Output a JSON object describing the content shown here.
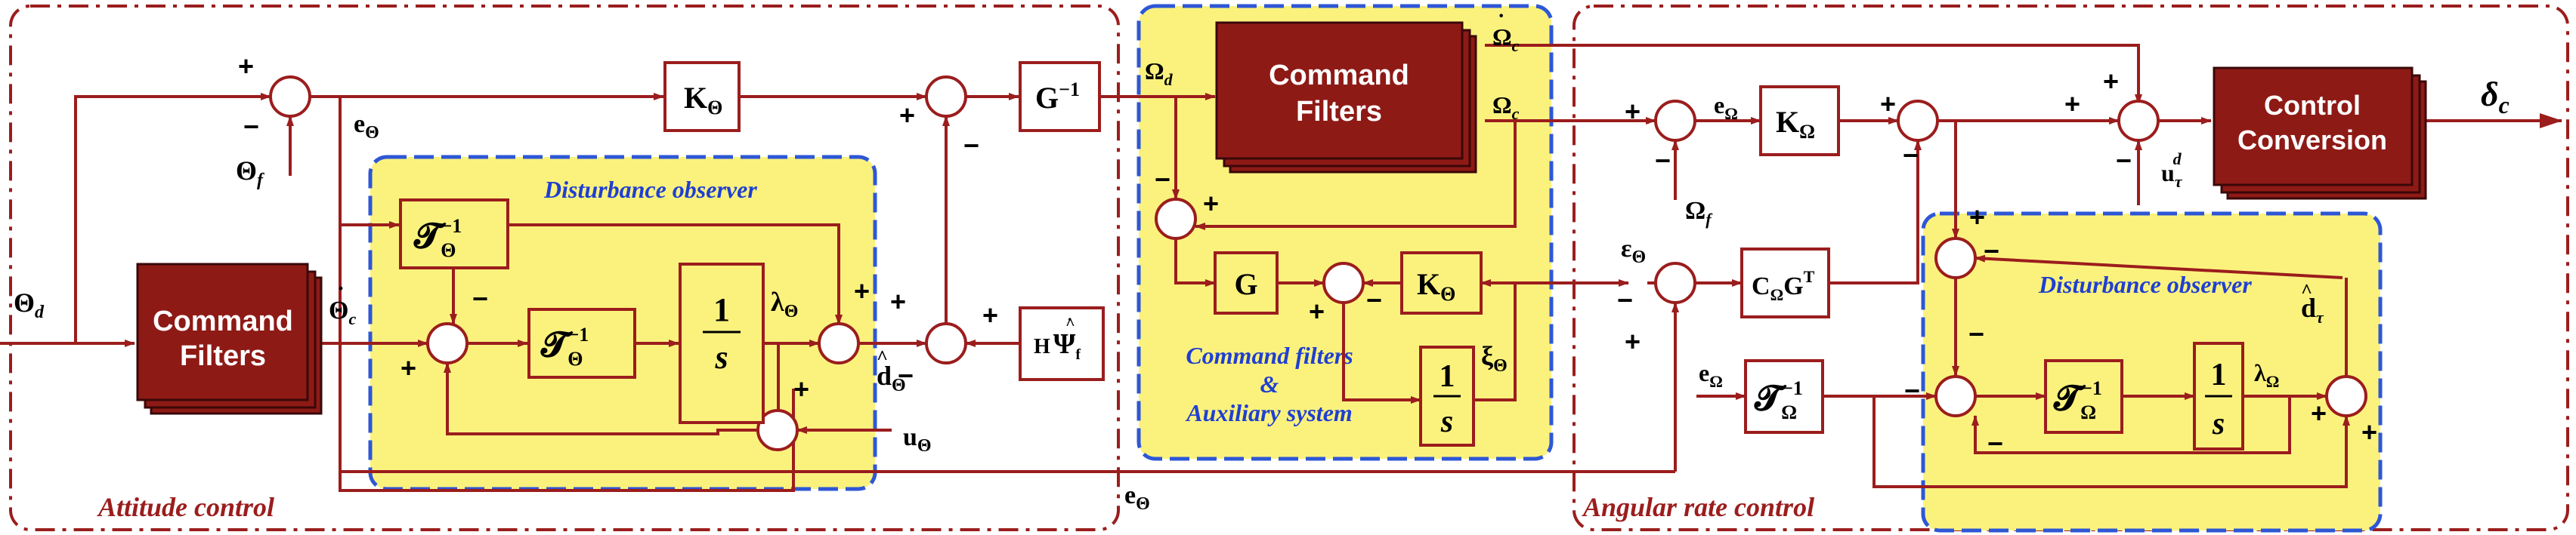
{
  "colors": {
    "line": "#9b1d1d",
    "dark_block": "#8e1a16",
    "panel_fill": "#fbf27e",
    "panel_border": "#2e57d6",
    "title_blue": "#1f3fd1",
    "text": "#000000"
  },
  "sections": {
    "attitude": "Attitude control",
    "command_aux": "Command filters\n&\nAuxiliary system",
    "angular": "Angular rate control"
  },
  "observers": {
    "attitude": "Disturbance observer",
    "angular": "Disturbance observer"
  },
  "blocks": {
    "cmd_filters_attitude": "Command\nFilters",
    "cmd_filters_mid": "Command\nFilters",
    "control_conversion": "Control\nConversion",
    "k_theta_top": "K",
    "k_theta_top_sub": "Θ",
    "g_inv": "G",
    "g_inv_sup": "−1",
    "g_block": "G",
    "k_theta_mid": "K",
    "k_theta_mid_sub": "Θ",
    "int_mid_num": "1",
    "int_mid_den": "s",
    "tau_theta_inv_top": "𝓣",
    "tau_theta_inv_top_sub": "Θ",
    "tau_theta_inv_top_sup": "−1",
    "tau_theta_inv_mid": "𝓣",
    "tau_theta_inv_mid_sub": "Θ",
    "tau_theta_inv_mid_sup": "−1",
    "int_att_num": "1",
    "int_att_den": "s",
    "h_psi": "H",
    "h_psi_sym": "Ψ",
    "h_psi_sub": "f",
    "k_omega": "K",
    "k_omega_sub": "Ω",
    "c_omega_gt": "C",
    "c_omega_gt_sub": "Ω",
    "c_omega_gt_g": "G",
    "c_omega_gt_sup": "T",
    "tau_omega_inv": "𝓣",
    "tau_omega_inv_sub": "Ω",
    "tau_omega_inv_sup": "−1",
    "tau_omega_inv_obs": "𝓣",
    "tau_omega_inv_obs_sub": "Ω",
    "tau_omega_inv_obs_sup": "−1",
    "int_ang_num": "1",
    "int_ang_den": "s"
  },
  "signals": {
    "theta_d": "Θ",
    "theta_d_sub": "d",
    "theta_f": "Θ",
    "theta_f_sub": "f",
    "e_theta_top": "e",
    "e_theta_top_sub": "Θ",
    "theta_dot_c": "Θ",
    "theta_dot_c_sub": "c",
    "lambda_theta": "λ",
    "lambda_theta_sub": "Θ",
    "d_hat_theta": "d",
    "d_hat_theta_sub": "Θ",
    "u_theta": "u",
    "u_theta_sub": "Θ",
    "e_theta_bottom": "e",
    "e_theta_bottom_sub": "Θ",
    "omega_d": "Ω",
    "omega_d_sub": "d",
    "omega_dot_c": "Ω",
    "omega_dot_c_sub": "c",
    "omega_c": "Ω",
    "omega_c_sub": "c",
    "xi_theta": "ξ",
    "xi_theta_sub": "Θ",
    "eps_theta": "ε",
    "eps_theta_sub": "Θ",
    "e_omega_top": "e",
    "e_omega_top_sub": "Ω",
    "omega_f": "Ω",
    "omega_f_sub": "f",
    "e_omega_bottom": "e",
    "e_omega_bottom_sub": "Ω",
    "u_tau_d": "u",
    "u_tau_d_sub": "τ",
    "u_tau_d_sup": "d",
    "d_hat_tau": "d",
    "d_hat_tau_sub": "τ",
    "lambda_omega": "λ",
    "lambda_omega_sub": "Ω",
    "delta_c": "δ",
    "delta_c_sub": "c"
  },
  "signs": {
    "plus": "+",
    "minus": "−"
  }
}
